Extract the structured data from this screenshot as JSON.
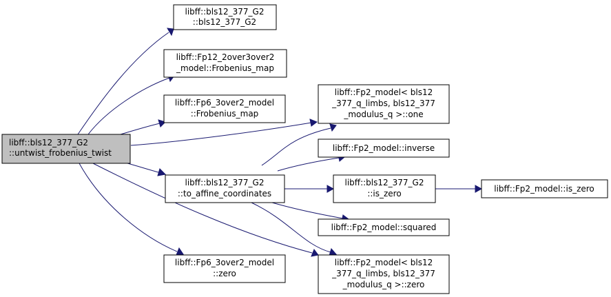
{
  "diagram": {
    "type": "call-graph",
    "colors": {
      "edge": "#191970",
      "root_fill": "#bfbfbf",
      "node_fill": "#ffffff",
      "border": "#000000"
    },
    "nodes": {
      "root": [
        "libff::bls12_377_G2",
        "::untwist_frobenius_twist"
      ],
      "g2_ctor": [
        "libff::bls12_377_G2",
        "::bls12_377_G2"
      ],
      "fp12_frob": [
        "libff::Fp12_2over3over2",
        "_model::Frobenius_map"
      ],
      "fp6_frob": [
        "libff::Fp6_3over2_model",
        "::Frobenius_map"
      ],
      "to_affine": [
        "libff::bls12_377_G2",
        "::to_affine_coordinates"
      ],
      "fp6_zero": [
        "libff::Fp6_3over2_model",
        "::zero"
      ],
      "fp2_one": [
        "libff::Fp2_model< bls12",
        "_377_q_limbs, bls12_377",
        "_modulus_q >::one"
      ],
      "fp2_inverse": [
        "libff::Fp2_model::inverse"
      ],
      "g2_is_zero": [
        "libff::bls12_377_G2",
        "::is_zero"
      ],
      "fp2_squared": [
        "libff::Fp2_model::squared"
      ],
      "fp2_zero": [
        "libff::Fp2_model< bls12",
        "_377_q_limbs, bls12_377",
        "_modulus_q >::zero"
      ],
      "fp2_is_zero": [
        "libff::Fp2_model::is_zero"
      ]
    },
    "edges": [
      [
        "root",
        "g2_ctor"
      ],
      [
        "root",
        "fp12_frob"
      ],
      [
        "root",
        "fp6_frob"
      ],
      [
        "root",
        "fp2_one"
      ],
      [
        "root",
        "to_affine"
      ],
      [
        "root",
        "fp6_zero"
      ],
      [
        "root",
        "fp2_zero"
      ],
      [
        "to_affine",
        "fp2_one"
      ],
      [
        "to_affine",
        "fp2_inverse"
      ],
      [
        "to_affine",
        "g2_is_zero"
      ],
      [
        "to_affine",
        "fp2_squared"
      ],
      [
        "to_affine",
        "fp2_zero"
      ],
      [
        "g2_is_zero",
        "fp2_is_zero"
      ]
    ]
  }
}
